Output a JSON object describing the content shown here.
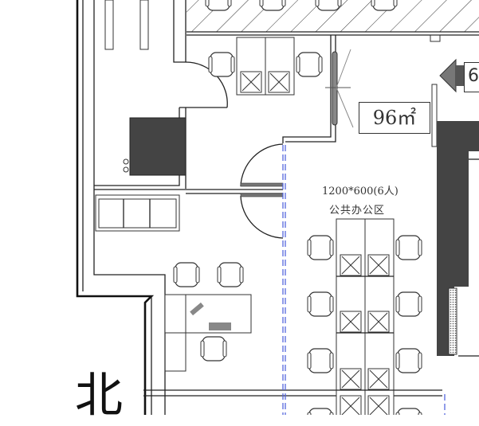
{
  "plan": {
    "area_label": "96㎡",
    "desk_spec": "1200*600(6人)",
    "zone_name": "公共办公区",
    "north_label": "北",
    "sign_number": "6"
  },
  "colors": {
    "wall": "#222222",
    "dark_fill": "#444444",
    "partition": "#5566dd"
  }
}
